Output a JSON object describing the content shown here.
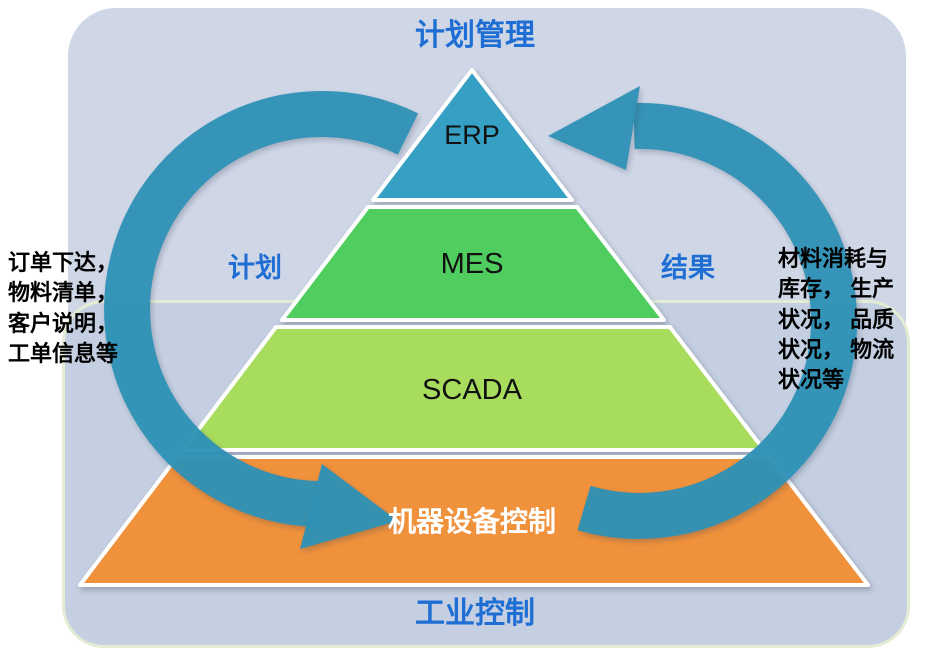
{
  "colors": {
    "bg_upper": "#cfd7e7",
    "bg_lower": "#c4cfe2",
    "bg_lower_border": "#e4edd3",
    "arrow": "#2f92b6",
    "accent_blue": "#1f6ed4"
  },
  "header": {
    "title": "计划管理"
  },
  "footer": {
    "title": "工业控制"
  },
  "pyramid": {
    "layers": [
      {
        "label": "ERP",
        "color": "#35a0c4",
        "text_color": "#111111"
      },
      {
        "label": "MES",
        "color": "#4fce5f",
        "text_color": "#111111"
      },
      {
        "label": "SCADA",
        "color": "#a8dc5c",
        "text_color": "#111111"
      },
      {
        "label": "机器设备控制",
        "color": "#f0913b",
        "text_color": "#ffffff"
      }
    ]
  },
  "cycle": {
    "left_label": "计划",
    "right_label": "结果"
  },
  "annotations": {
    "left": "订单下达，\n物料清单，\n客户说明，\n工单信息等",
    "right": "材料消耗与\n库存， 生产\n状况， 品质\n状况， 物流\n状况等"
  }
}
